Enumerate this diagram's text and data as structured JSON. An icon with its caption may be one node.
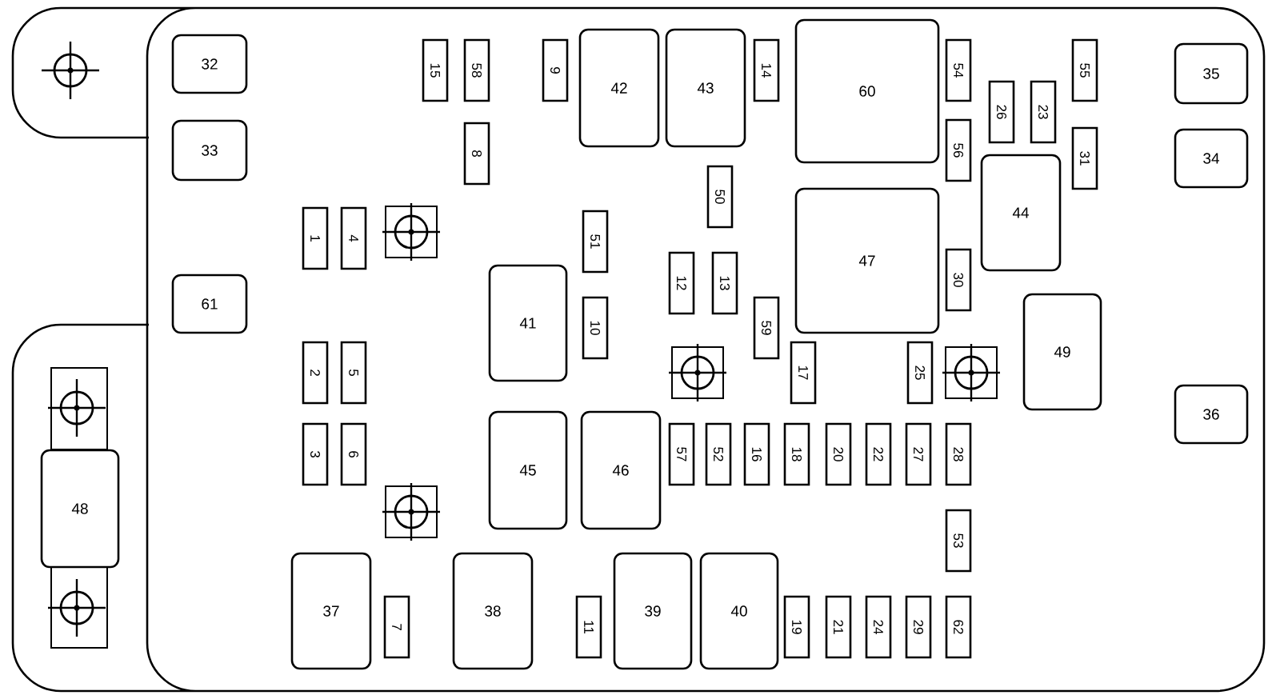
{
  "diagram": {
    "nodes": [
      {
        "text": [
          "32"
        ]
      },
      {
        "text": [
          "15"
        ]
      },
      {
        "text": [
          "58"
        ]
      },
      {
        "text": [
          "9"
        ]
      },
      {
        "text": [
          "42"
        ]
      },
      {
        "text": [
          "43"
        ]
      },
      {
        "text": [
          "14"
        ]
      },
      {
        "text": [
          "60"
        ]
      },
      {
        "text": [
          "54"
        ]
      },
      {
        "text": [
          "55"
        ]
      },
      {
        "text": [
          "35"
        ]
      },
      {
        "text": [
          "26"
        ]
      },
      {
        "text": [
          "23"
        ]
      },
      {
        "text": [
          "33"
        ]
      },
      {
        "text": [
          "8"
        ]
      },
      {
        "text": [
          "56"
        ]
      },
      {
        "text": [
          "31"
        ]
      },
      {
        "text": [
          "34"
        ]
      },
      {
        "text": [
          "50"
        ]
      },
      {
        "text": [
          "44"
        ]
      },
      {
        "text": [
          "1"
        ]
      },
      {
        "text": [
          "4"
        ]
      },
      {
        "text": [
          "51"
        ]
      },
      {
        "text": [
          "12"
        ]
      },
      {
        "text": [
          "13"
        ]
      },
      {
        "text": [
          "47"
        ]
      },
      {
        "text": [
          "30"
        ]
      },
      {
        "text": [
          "61"
        ]
      },
      {
        "text": [
          "41"
        ]
      },
      {
        "text": [
          "10"
        ]
      },
      {
        "text": [
          "59"
        ]
      },
      {
        "text": [
          "49"
        ]
      },
      {
        "text": [
          "2"
        ]
      },
      {
        "text": [
          "5"
        ]
      },
      {
        "text": [
          "17"
        ]
      },
      {
        "text": [
          "25"
        ]
      },
      {
        "text": [
          "36"
        ]
      },
      {
        "text": [
          "48"
        ]
      },
      {
        "text": [
          "3"
        ]
      },
      {
        "text": [
          "6"
        ]
      },
      {
        "text": [
          "45"
        ]
      },
      {
        "text": [
          "46"
        ]
      },
      {
        "text": [
          "57"
        ]
      },
      {
        "text": [
          "52"
        ]
      },
      {
        "text": [
          "16"
        ]
      },
      {
        "text": [
          "18"
        ]
      },
      {
        "text": [
          "20"
        ]
      },
      {
        "text": [
          "22"
        ]
      },
      {
        "text": [
          "27"
        ]
      },
      {
        "text": [
          "28"
        ]
      },
      {
        "text": [
          "53"
        ]
      },
      {
        "text": [
          "37"
        ]
      },
      {
        "text": [
          "7"
        ]
      },
      {
        "text": [
          "38"
        ]
      },
      {
        "text": [
          "11"
        ]
      },
      {
        "text": [
          "39"
        ]
      },
      {
        "text": [
          "40"
        ]
      },
      {
        "text": [
          "19"
        ]
      },
      {
        "text": [
          "21"
        ]
      },
      {
        "text": [
          "24"
        ]
      },
      {
        "text": [
          "29"
        ]
      },
      {
        "text": [
          "62"
        ]
      }
    ]
  }
}
